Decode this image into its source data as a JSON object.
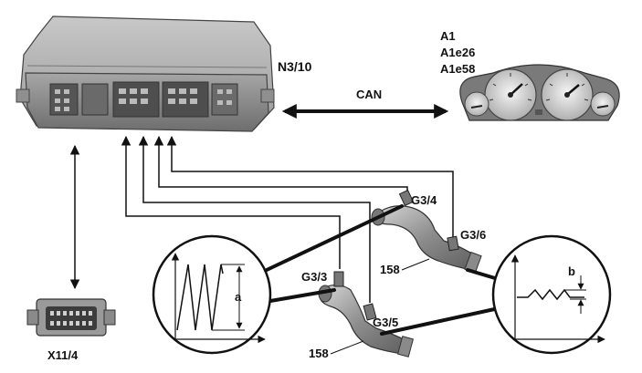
{
  "labels": {
    "ecu": "N3/10",
    "cluster_1": "A1",
    "cluster_2": "A1e26",
    "cluster_3": "A1e58",
    "bus": "CAN",
    "connector": "X11/4",
    "sensor_g3_4": "G3/4",
    "sensor_g3_6": "G3/6",
    "sensor_g3_3": "G3/3",
    "sensor_g3_5": "G3/5",
    "pipe_upper": "158",
    "pipe_lower": "158",
    "signal_a": "a",
    "signal_b": "b"
  },
  "colors": {
    "line": "#111111",
    "ecu_body": "#8a8a8a",
    "ecu_top": "#b3b3b3",
    "metal": "#9c9c9c"
  }
}
